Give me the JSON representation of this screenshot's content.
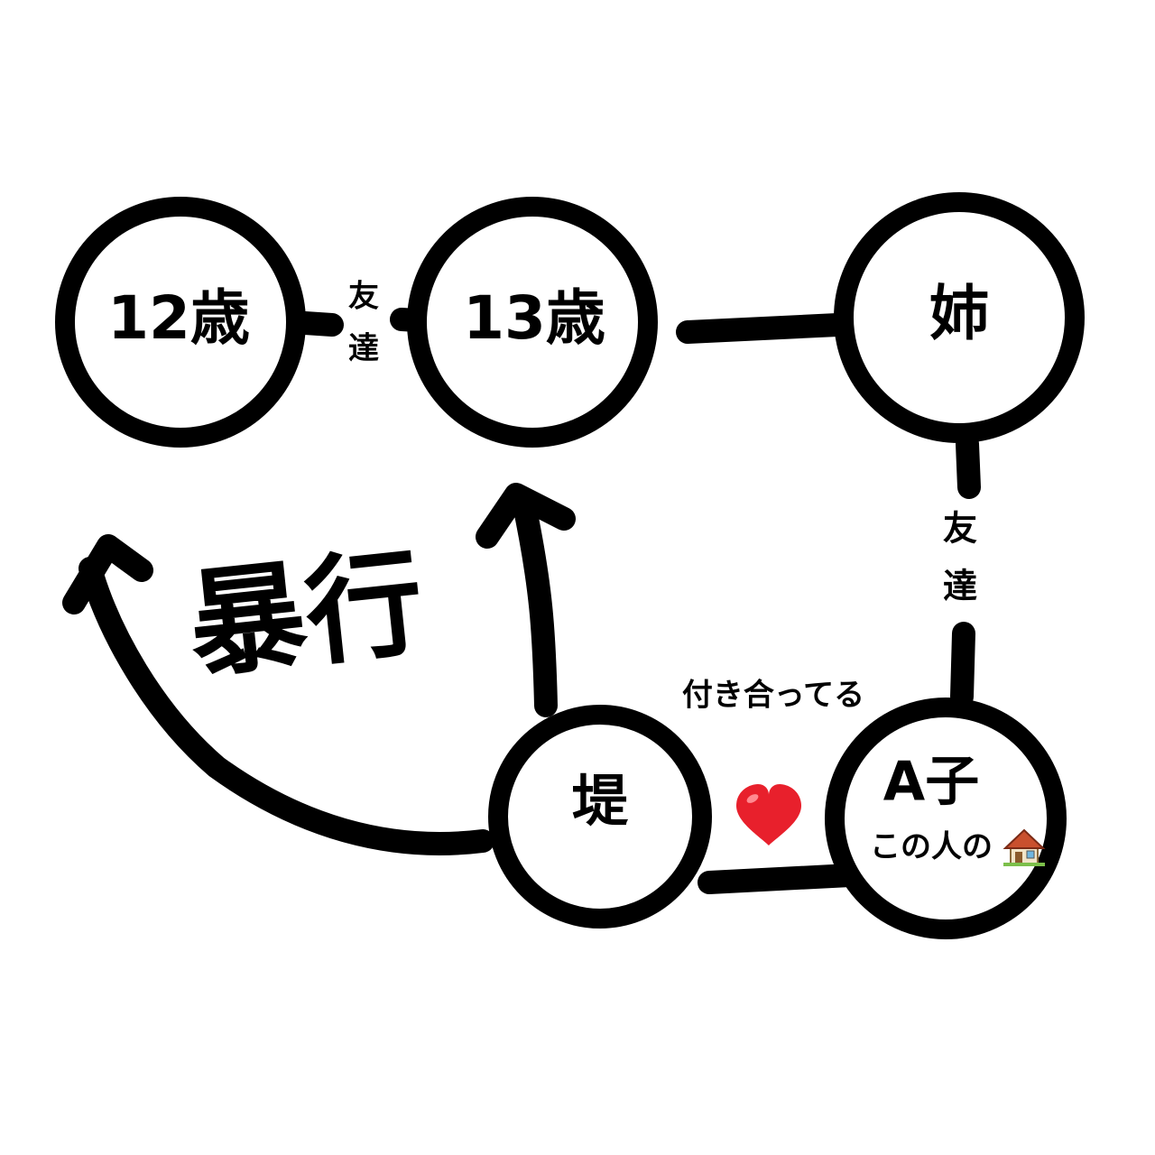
{
  "colors": {
    "background": "#ffffff",
    "stroke": "#000000",
    "heart": "#e8202c",
    "house_wall": "#f1e4c8",
    "house_roof": "#c9502e"
  },
  "nodes": {
    "age12": "12歳",
    "age13": "13歳",
    "sister": "姉",
    "tsutsumi": "堤",
    "akko_name": "A子",
    "akko_note": "この人の"
  },
  "edges": {
    "friends_top": [
      "友",
      "達"
    ],
    "friends_right": [
      "友",
      "達"
    ],
    "dating": "付き合ってる",
    "violence": "暴行"
  },
  "icons": {
    "heart": "heart-icon",
    "house": "house-icon"
  }
}
